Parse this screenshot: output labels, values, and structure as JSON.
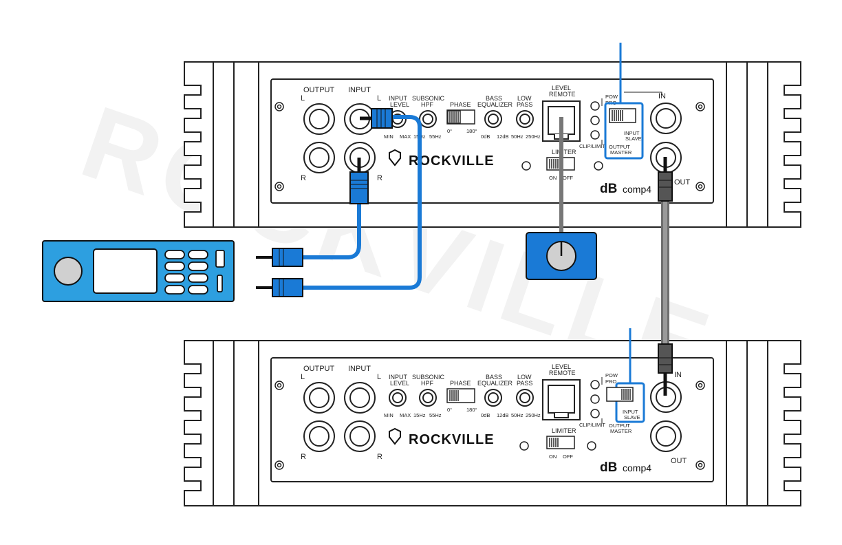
{
  "watermark": "ROCKVILLE",
  "colors": {
    "cable_blue": "#1a7ad6",
    "cable_gray": "#808080",
    "head_unit": "#2d9fe0",
    "slave_blue": "#1a7ad6"
  },
  "amp_top": {
    "output": "OUTPUT",
    "input": "INPUT",
    "l": "L",
    "r": "R",
    "input_level": [
      "INPUT",
      "LEVEL"
    ],
    "subsonic": [
      "SUBSONIC",
      "HPF"
    ],
    "phase": "PHASE",
    "bass": [
      "BASS",
      "EQUALIZER"
    ],
    "low_pass": [
      "LOW",
      "PASS"
    ],
    "level_remote": [
      "LEVEL",
      "REMOTE"
    ],
    "limiter": "LIMITER",
    "on": "ON",
    "off": "OFF",
    "min": "MIN",
    "max": "MAX",
    "hz15": "15Hz",
    "hz55": "55Hz",
    "deg0": "0°",
    "deg180": "180°",
    "db0": "0dB",
    "db12": "12dB",
    "hz50": "50Hz",
    "hz250": "250Hz",
    "pow": "POW",
    "pro": "PRO",
    "clip": "CLIP/LIMIT",
    "in": "IN",
    "out": "OUT",
    "input_slave": [
      "INPUT",
      "SLAVE"
    ],
    "output_master": [
      "OUTPUT",
      "MASTER"
    ],
    "brand": "ROCKVILLE",
    "model_db": "dB",
    "model_comp": "comp4"
  },
  "amp_bottom": {
    "output": "OUTPUT",
    "input": "INPUT",
    "l": "L",
    "r": "R",
    "input_level": [
      "INPUT",
      "LEVEL"
    ],
    "subsonic": [
      "SUBSONIC",
      "HPF"
    ],
    "phase": "PHASE",
    "bass": [
      "BASS",
      "EQUALIZER"
    ],
    "low_pass": [
      "LOW",
      "PASS"
    ],
    "level_remote": [
      "LEVEL",
      "REMOTE"
    ],
    "limiter": "LIMITER",
    "on": "ON",
    "off": "OFF",
    "min": "MIN",
    "max": "MAX",
    "hz15": "15Hz",
    "hz55": "55Hz",
    "deg0": "0°",
    "deg180": "180°",
    "db0": "0dB",
    "db12": "12dB",
    "hz50": "50Hz",
    "hz250": "250Hz",
    "pow": "POW",
    "pro": "PRO",
    "clip": "CLIP/LIMIT",
    "in": "IN",
    "out": "OUT",
    "input_slave": [
      "INPUT",
      "SLAVE"
    ],
    "output_master": [
      "OUTPUT",
      "MASTER"
    ],
    "brand": "ROCKVILLE",
    "model_db": "dB",
    "model_comp": "comp4"
  }
}
